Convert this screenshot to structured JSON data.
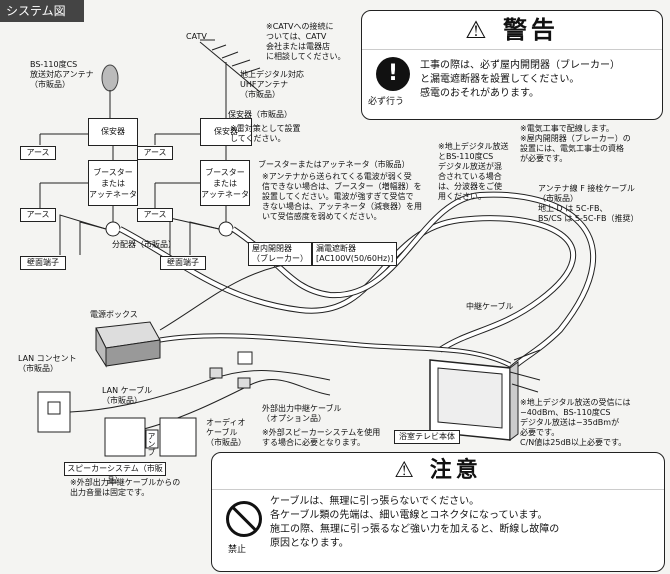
{
  "header": {
    "title": "システム図"
  },
  "warning": {
    "heading": "警告",
    "icon_label": "必ず行う",
    "body": "工事の際は、必ず屋内開閉器（ブレーカー）\nと漏電遮断器を設置してください。\n感電のおそれがあります。"
  },
  "caution": {
    "heading": "注意",
    "icon_label": "禁止",
    "body": "ケーブルは、無理に引っ張らないでください。\n各ケーブル類の先端は、細い電線とコネクタになっています。\n施工の際、無理に引っ張るなど強い力を加えると、断線し故障の\n原因となります。"
  },
  "labels": {
    "catv": "CATV",
    "catv_note": "※CATVへの接続に\nついては、CATV\n会社または電器店\nに相談してください。",
    "bs_antenna": "BS-110度CS\n放送対応アンテナ\n（市販品）",
    "uhf_antenna": "地上デジタル対応\nUHFアンテナ\n（市販品）",
    "protector": "保安器",
    "protector_market": "保安器（市販品）",
    "lightning_note": "※雷対策として設置\nしてください。",
    "earth": "アース",
    "booster": "ブースター\nまたは\nアッテネータ",
    "booster_title": "ブースターまたはアッテネータ（市販品）",
    "booster_note": "※アンテナから送られてくる電波が弱く受\n信できない場合は、ブースター（増幅器）を\n設置してください。電波が強すぎて受信で\nきない場合は、アッテネータ（減衰器）を用\nいて受信感度を弱めてください。",
    "splitter": "分配器（市販品）",
    "wall_terminal": "壁面端子",
    "indoor_switch": "屋内開閉器\n（ブレーカー）",
    "leak_breaker": "漏電遮断器\n[AC100V(50/60Hz)]",
    "electric_note": "※電気工事で配線します。\n※屋内開閉器（ブレーカー）の\n設置には、電気工事士の資格\nが必要です。",
    "shared_note": "※地上デジタル放送\nとBS-110度CS\nデジタル放送が混\n合されている場合\nは、分波器をご使\n用ください。",
    "antenna_cable": "アンテナ線 F 接栓ケーブル\n（市販品）\n地上 D は 5C-FB、\nBS/CS は S-5C-FB（推奨）",
    "relay_cable": "中継ケーブル",
    "power_box": "電源ボックス",
    "lan_outlet": "LAN コンセント\n（市販品）",
    "lan_cable": "LAN ケーブル\n（市販品）",
    "audio_cable": "オーディオ\nケーブル\n（市販品）",
    "amp": "アンプ",
    "ext_cable": "外部出力中継ケーブル\n（オプション品）",
    "ext_note": "※外部スピーカーシステムを使用\nする場合に必要となります。",
    "speaker": "スピーカーシステム（市販品）",
    "speaker_note": "※外部出力中継ケーブルからの\n出力音量は固定です。",
    "tv_unit": "浴室テレビ本体",
    "signal_note": "※地上デジタル放送の受信には\n−40dBm、BS-110度CS\nデジタル放送は−35dBmが\n必要です。\nC/N値は25dB以上必要です。"
  }
}
